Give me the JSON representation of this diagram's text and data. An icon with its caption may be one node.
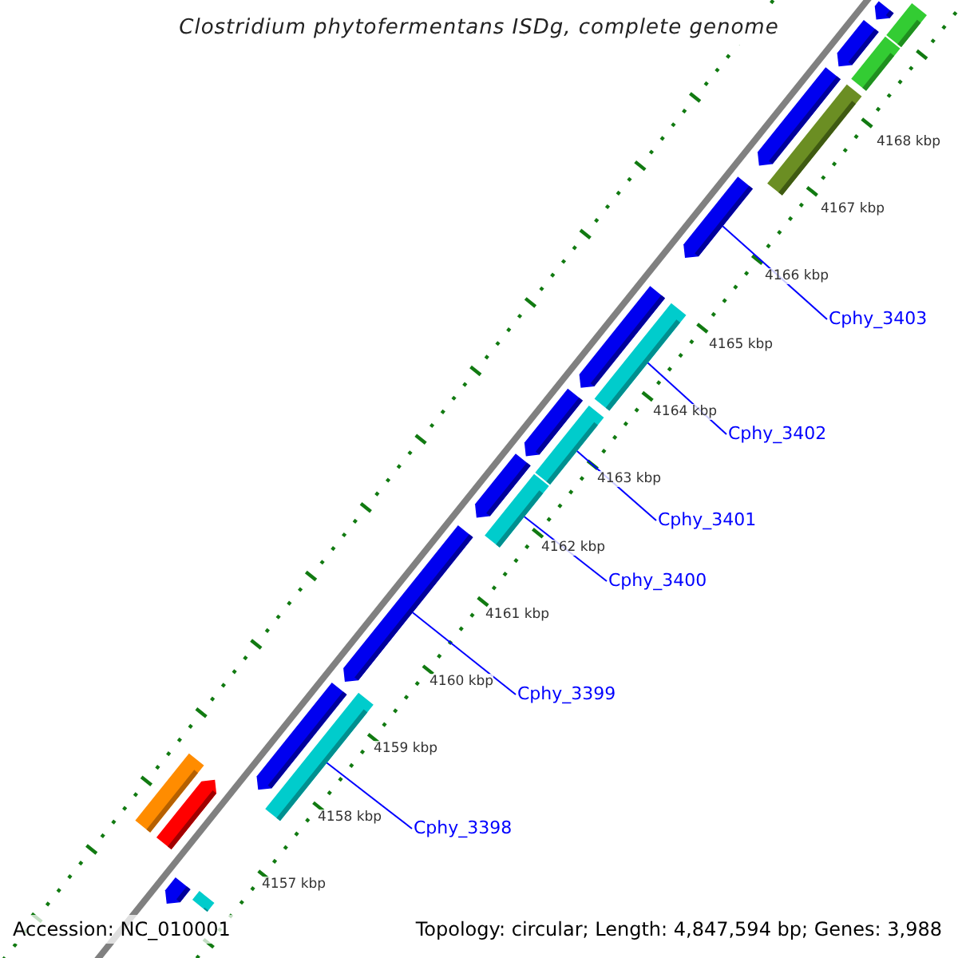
{
  "diagram": {
    "title": "Clostridium phytofermentans ISDg, complete genome",
    "nodes": [
      {
        "text": [
          "Cphy_3403"
        ]
      },
      {
        "text": [
          "Cphy_3402"
        ]
      },
      {
        "text": [
          "Cphy_3401"
        ]
      },
      {
        "text": [
          "Cphy_3400"
        ]
      },
      {
        "text": [
          "Cphy_3399"
        ]
      },
      {
        "text": [
          "Cphy_3398"
        ]
      },
      {
        "text": [],
        "shape": "bar"
      },
      {
        "text": [],
        "shape": "bar"
      },
      {
        "text": [],
        "shape": "bar"
      },
      {
        "text": [],
        "shape": "bar"
      },
      {
        "text": [],
        "shape": "bar"
      },
      {
        "text": [],
        "shape": "bar"
      },
      {
        "text": [],
        "shape": "bar"
      },
      {
        "text": [],
        "shape": "bar"
      },
      {
        "text": [],
        "shape": "bar"
      },
      {
        "text": [],
        "shape": "bar"
      },
      {
        "text": [],
        "shape": "bar"
      },
      {
        "text": [],
        "shape": "bar"
      },
      {
        "text": [],
        "shape": "bar"
      },
      {
        "text": [],
        "shape": "bar"
      },
      {
        "text": [],
        "shape": "bar"
      },
      {
        "text": [],
        "shape": "bar"
      },
      {
        "text": [],
        "shape": "bar"
      },
      {
        "text": [],
        "shape": "bar"
      },
      {
        "text": [],
        "shape": "bar"
      },
      {
        "text": [],
        "shape": "bar"
      }
    ],
    "edges": [
      {
        "from": 0,
        "to": 12,
        "arrow": "none"
      },
      {
        "from": 1,
        "to": 20,
        "arrow": "none"
      },
      {
        "from": 2,
        "to": 19,
        "arrow": "none"
      },
      {
        "from": 3,
        "to": 18,
        "arrow": "none"
      },
      {
        "from": 4,
        "to": 8,
        "arrow": "none"
      },
      {
        "from": 5,
        "to": 17,
        "arrow": "none"
      }
    ],
    "labels": [
      "4168 kbp",
      "4167 kbp",
      "4166 kbp",
      "4165 kbp",
      "4164 kbp",
      "4163 kbp",
      "4162 kbp",
      "4161 kbp",
      "4160 kbp",
      "4159 kbp",
      "4158 kbp",
      "4157 kbp",
      "Accession: NC_010001",
      "Topology: circular; Length: 4,847,594 bp; Genes: 3,988"
    ]
  }
}
